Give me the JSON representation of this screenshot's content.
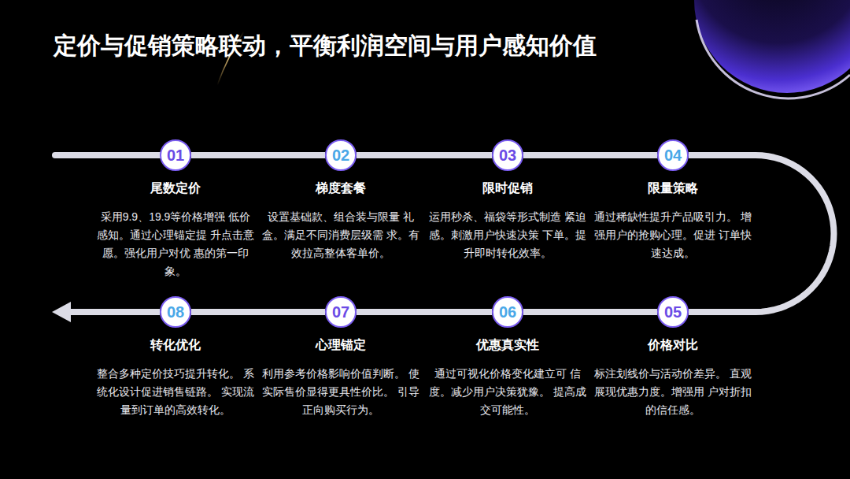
{
  "diagram": {
    "title": "定价与促销策略联动，平衡利润空间与用户感知价值",
    "nodes": [
      {
        "text": [
          "01",
          "尾数定价",
          "采用9.9、19.9等价格增强 低价感知。通过心理锚定提 升点击意愿。强化用户对优 惠的第一印象。"
        ]
      },
      {
        "text": [
          "02",
          "梯度套餐",
          "设置基础款、组合装与限量 礼盒。满足不同消费层级需 求。有效拉高整体客单价。"
        ]
      },
      {
        "text": [
          "03",
          "限时促销",
          "运用秒杀、福袋等形式制造 紧迫感。刺激用户快速决策 下单。提升即时转化效率。"
        ]
      },
      {
        "text": [
          "04",
          "限量策略",
          "通过稀缺性提升产品吸引力。 增强用户的抢购心理。促进 订单快速达成。"
        ]
      },
      {
        "text": [
          "05",
          "价格对比",
          "标注划线价与活动价差异。 直观展现优惠力度。增强用 户对折扣的信任感。"
        ]
      },
      {
        "text": [
          "06",
          "优惠真实性",
          "通过可视化价格变化建立可 信度。减少用户决策犹豫。 提高成交可能性。"
        ]
      },
      {
        "text": [
          "07",
          "心理锚定",
          "利用参考价格影响价值判断。 使实际售价显得更具性价比。 引导正向购买行为。"
        ]
      },
      {
        "text": [
          "08",
          "转化优化",
          "整合多种定价技巧提升转化。 系统化设计促进销售链路。 实现流量到订单的高效转化。"
        ]
      }
    ],
    "edges": [
      {
        "from": 0,
        "to": 1,
        "arrow": "none"
      },
      {
        "from": 1,
        "to": 2,
        "arrow": "none"
      },
      {
        "from": 2,
        "to": 3,
        "arrow": "none"
      },
      {
        "from": 3,
        "to": 4,
        "arrow": "none"
      },
      {
        "from": 4,
        "to": 5,
        "arrow": "none"
      },
      {
        "from": 5,
        "to": 6,
        "arrow": "none"
      },
      {
        "from": 6,
        "to": 7,
        "arrow": "none"
      }
    ]
  }
}
